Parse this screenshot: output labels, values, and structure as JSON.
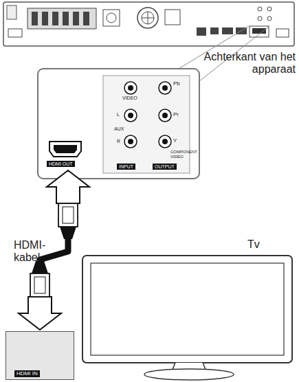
{
  "diagram": {
    "nodes": [
      {
        "text": [
          "HDMI OUT"
        ]
      },
      {
        "text": [
          "HDMI IN"
        ]
      }
    ],
    "edges": [
      {
        "from": 0,
        "to": 1,
        "arrow": "both"
      }
    ],
    "labels": [
      "Achterkant van het apparaat",
      "VIDEO",
      "Pb",
      "L",
      "AUX",
      "R",
      "INPUT",
      "Pr",
      "Y",
      "COMPONENT VIDEO",
      "OUTPUT",
      "HDMI-kabel",
      "Tv"
    ]
  }
}
